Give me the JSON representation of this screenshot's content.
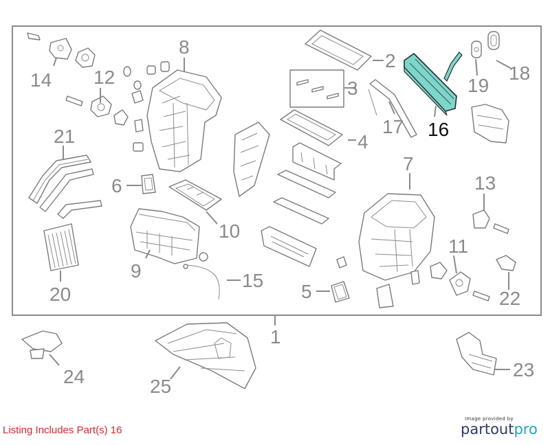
{
  "diagram": {
    "highlight_color": "#7dd6cc",
    "callouts": [
      {
        "id": "1",
        "label": "1"
      },
      {
        "id": "2",
        "label": "2"
      },
      {
        "id": "3",
        "label": "3"
      },
      {
        "id": "4",
        "label": "4"
      },
      {
        "id": "5",
        "label": "5"
      },
      {
        "id": "6",
        "label": "6"
      },
      {
        "id": "7",
        "label": "7"
      },
      {
        "id": "8",
        "label": "8"
      },
      {
        "id": "9",
        "label": "9"
      },
      {
        "id": "10",
        "label": "10"
      },
      {
        "id": "11",
        "label": "11"
      },
      {
        "id": "12",
        "label": "12"
      },
      {
        "id": "13",
        "label": "13"
      },
      {
        "id": "14",
        "label": "14"
      },
      {
        "id": "15",
        "label": "15"
      },
      {
        "id": "16",
        "label": "16",
        "highlighted": true
      },
      {
        "id": "17",
        "label": "17"
      },
      {
        "id": "18",
        "label": "18"
      },
      {
        "id": "19",
        "label": "19"
      },
      {
        "id": "20",
        "label": "20"
      },
      {
        "id": "21",
        "label": "21"
      },
      {
        "id": "22",
        "label": "22"
      },
      {
        "id": "23",
        "label": "23"
      },
      {
        "id": "24",
        "label": "24"
      },
      {
        "id": "25",
        "label": "25"
      }
    ]
  },
  "footer": {
    "listing_note": "Listing Includes Part(s) 16",
    "credit_line": "Image provided by",
    "brand_part1": "partout",
    "brand_part2": "pro",
    "note_color": "#e8262b"
  }
}
